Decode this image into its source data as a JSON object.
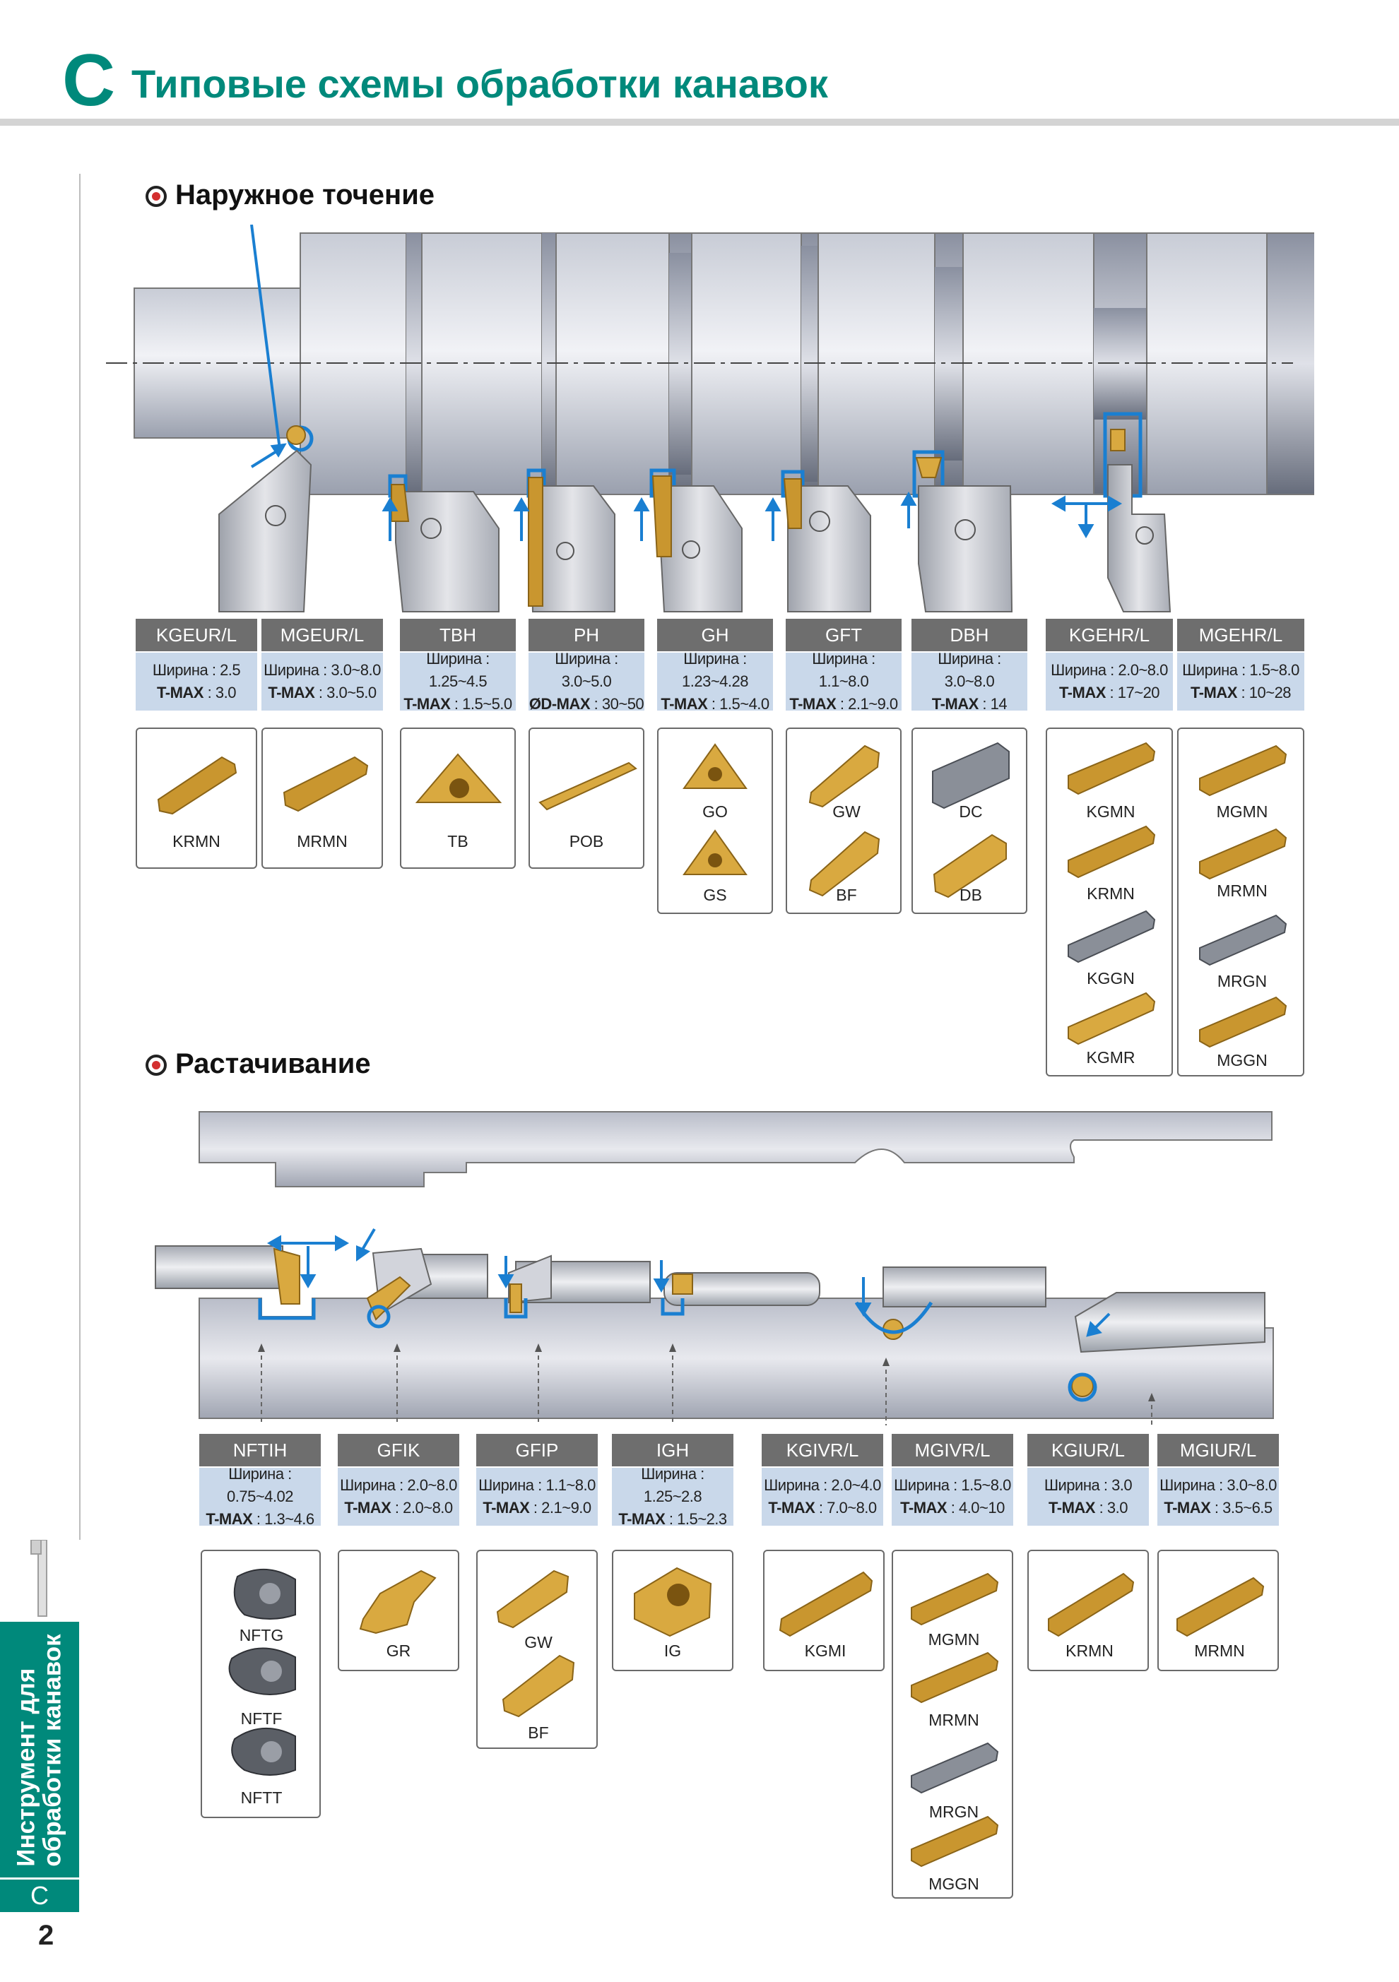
{
  "header": {
    "letter": "C",
    "title": "Типовые схемы обработки канавок"
  },
  "side": {
    "line1": "Инструмент для",
    "line2": "обработки канавок",
    "letter": "C"
  },
  "page_number": "2",
  "sections": {
    "external": "Наружное точение",
    "boring": "Растачивание"
  },
  "labels": {
    "width": "Ширина",
    "tmax": "T-MAX",
    "dmax": "ØD-MAX"
  },
  "colors": {
    "accent": "#00897b",
    "header_cell": "#6e6e6e",
    "spec_cell": "#c9d8ea",
    "insert": "#c9962f",
    "arrow": "#1a7fd1"
  },
  "external_tools": [
    {
      "code": "KGEUR/L",
      "width": "2.5",
      "tmax": "3.0"
    },
    {
      "code": "MGEUR/L",
      "width": "3.0~8.0",
      "tmax": "3.0~5.0"
    },
    {
      "code": "TBH",
      "width": "1.25~4.5",
      "tmax": "1.5~5.0"
    },
    {
      "code": "PH",
      "width": "3.0~5.0",
      "dmax": "30~50"
    },
    {
      "code": "GH",
      "width": "1.23~4.28",
      "tmax": "1.5~4.0"
    },
    {
      "code": "GFT",
      "width": "1.1~8.0",
      "tmax": "2.1~9.0"
    },
    {
      "code": "DBH",
      "width": "3.0~8.0",
      "tmax": "14"
    },
    {
      "code": "KGEHR/L",
      "width": "2.0~8.0",
      "tmax": "17~20"
    },
    {
      "code": "MGEHR/L",
      "width": "1.5~8.0",
      "tmax": "10~28"
    }
  ],
  "external_inserts": {
    "krmn": "KRMN",
    "mrmn": "MRMN",
    "tb": "TB",
    "pob": "POB",
    "go": "GO",
    "gs": "GS",
    "gw": "GW",
    "bf": "BF",
    "dc": "DC",
    "db": "DB",
    "kgmn": "KGMN",
    "krmn2": "KRMN",
    "kggn": "KGGN",
    "kgmr": "KGMR",
    "mgmn": "MGMN",
    "mrmn2": "MRMN",
    "mrgn": "MRGN",
    "mggn": "MGGN"
  },
  "boring_tools": [
    {
      "code": "NFTIH",
      "width": "0.75~4.02",
      "tmax": "1.3~4.6"
    },
    {
      "code": "GFIK",
      "width": "2.0~8.0",
      "tmax": "2.0~8.0"
    },
    {
      "code": "GFIP",
      "width": "1.1~8.0",
      "tmax": "2.1~9.0"
    },
    {
      "code": "IGH",
      "width": "1.25~2.8",
      "tmax": "1.5~2.3"
    },
    {
      "code": "KGIVR/L",
      "width": "2.0~4.0",
      "tmax": "7.0~8.0"
    },
    {
      "code": "MGIVR/L",
      "width": "1.5~8.0",
      "tmax": "4.0~10"
    },
    {
      "code": "KGIUR/L",
      "width": "3.0",
      "tmax": "3.0"
    },
    {
      "code": "MGIUR/L",
      "width": "3.0~8.0",
      "tmax": "3.5~6.5"
    }
  ],
  "boring_inserts": {
    "nftg": "NFTG",
    "nftf": "NFTF",
    "nftt": "NFTT",
    "gr": "GR",
    "gw": "GW",
    "bf": "BF",
    "ig": "IG",
    "kgmi": "KGMI",
    "mgmn": "MGMN",
    "mrmn": "MRMN",
    "mrgn": "MRGN",
    "mggn": "MGGN",
    "krmn": "KRMN",
    "mrmn2": "MRMN"
  }
}
